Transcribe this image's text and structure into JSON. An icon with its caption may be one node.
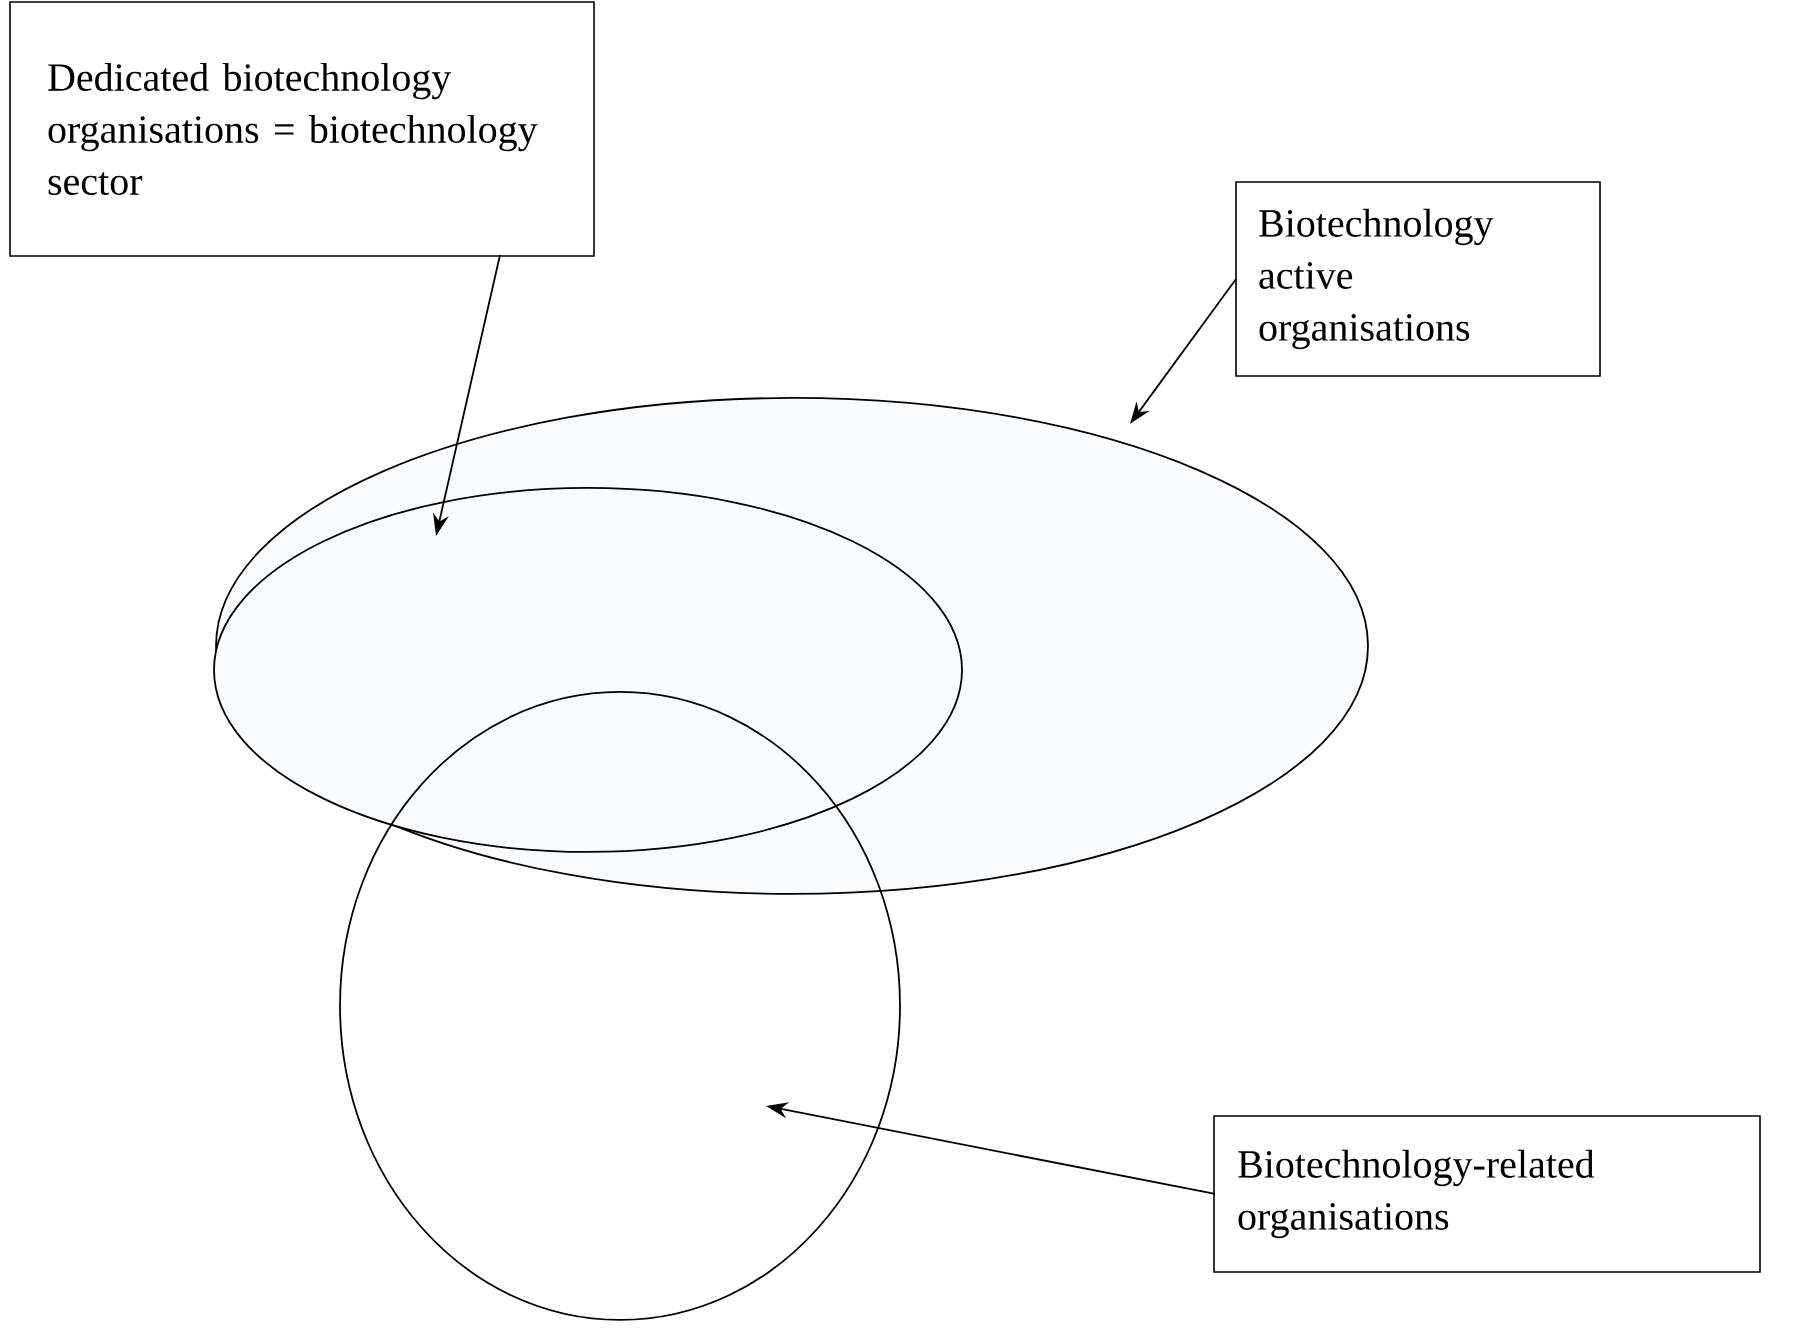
{
  "diagram": {
    "nodes": [
      {
        "text": [
          "Dedicated biotechnology organisations = biotechnology sector"
        ]
      },
      {
        "text": [
          "Biotechnology active organisations"
        ]
      },
      {
        "text": [],
        "shape": "ellipse"
      },
      {
        "text": [],
        "shape": "ellipse",
        "in": 2
      },
      {
        "text": [],
        "shape": "ellipse"
      },
      {
        "text": [
          "Biotechnology-related organisations"
        ]
      }
    ],
    "edges": [
      {
        "from": 0,
        "to": 3,
        "arrow": "to"
      },
      {
        "from": 1,
        "to": 2,
        "arrow": "to"
      },
      {
        "from": 5,
        "to": 4,
        "arrow": "to"
      }
    ]
  }
}
